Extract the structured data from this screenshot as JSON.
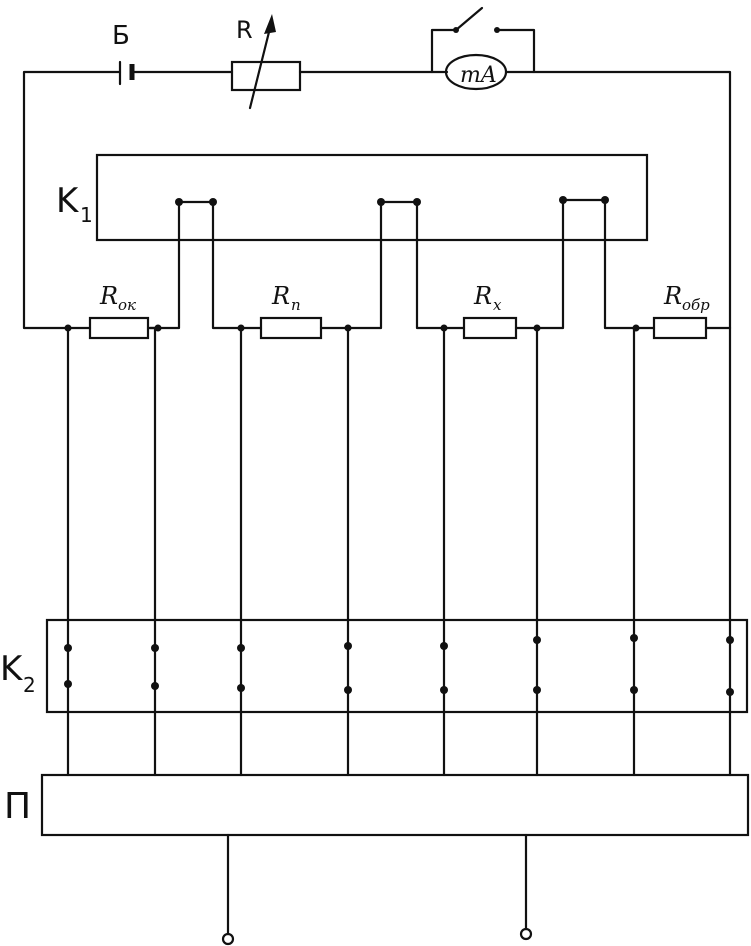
{
  "labels": {
    "battery": "Б",
    "rheostat": "R",
    "meter": "mA",
    "switch_block_1": "K",
    "switch_block_1_sub": "1",
    "switch_block_2": "K",
    "switch_block_2_sub": "2",
    "device": "П"
  },
  "resistors": [
    {
      "id": "r-ok",
      "label": "R",
      "sub": "ок"
    },
    {
      "id": "r-p",
      "label": "R",
      "sub": "п"
    },
    {
      "id": "r-x",
      "label": "R",
      "sub": "x"
    },
    {
      "id": "r-obr",
      "label": "R",
      "sub": "обр"
    }
  ]
}
